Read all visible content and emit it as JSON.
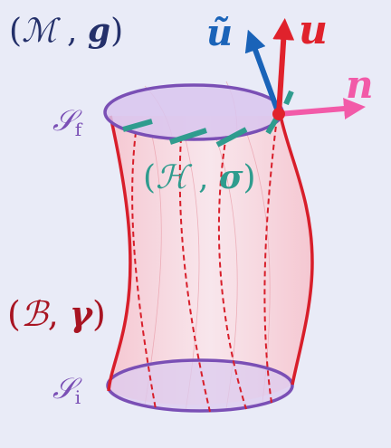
{
  "labels": {
    "spacetime_open": "(",
    "spacetime_M": "ℳ",
    "spacetime_comma": " , ",
    "spacetime_g": "g",
    "spacetime_close": ")",
    "sf_script": "𝒮",
    "sf_sub": "f",
    "si_script": "𝒮",
    "si_sub": "i",
    "hyper_open": "(",
    "hyper_H": "ℋ",
    "hyper_comma": " , ",
    "hyper_sigma": "σ",
    "hyper_close": ")",
    "boundary_open": "(",
    "boundary_B": "ℬ",
    "boundary_comma": ", ",
    "boundary_gamma": "γ",
    "boundary_close": ")",
    "vec_u_tilde": "ũ",
    "vec_u": "u",
    "vec_n": "n"
  },
  "colors": {
    "background": "#e9ebf7",
    "cylinder_fill": "#f7c9d2",
    "cap_fill": "#d7c6ef",
    "cap_stroke": "#7a4fb5",
    "side_stroke": "#d81e2a",
    "dashed": "#d81e2a",
    "hypersurface": "#2f9c8e",
    "u_tilde_arrow": "#1a63b8",
    "u_arrow": "#e0222c",
    "n_arrow": "#f25aa8",
    "dot": "#e0222c"
  }
}
